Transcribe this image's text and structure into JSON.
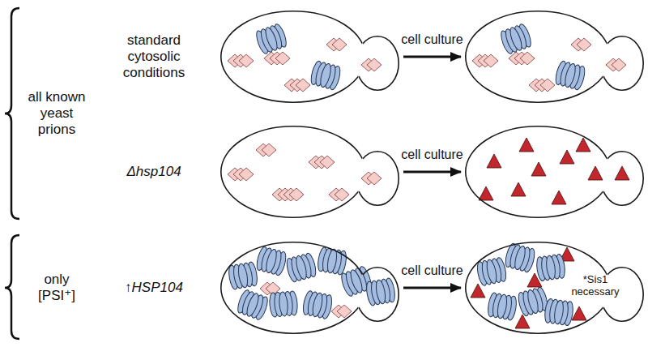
{
  "diagram": {
    "nodes": [
      {
        "text": []
      },
      {
        "text": []
      },
      {
        "text": []
      },
      {
        "text": []
      },
      {
        "text": []
      },
      {
        "text": [
          "*Sis1 necessary"
        ]
      }
    ],
    "edges": [
      {
        "from": 0,
        "to": 1,
        "arrow": "to",
        "label": "cell culture"
      },
      {
        "from": 2,
        "to": 3,
        "arrow": "to",
        "label": "cell culture"
      },
      {
        "from": 4,
        "to": 5,
        "arrow": "to",
        "label": "cell culture"
      }
    ],
    "labels": [
      "standard cytosolic conditions",
      "all known yeast prions",
      "Δhsp104",
      "only [PSI⁺]",
      "↑HSP104"
    ]
  }
}
